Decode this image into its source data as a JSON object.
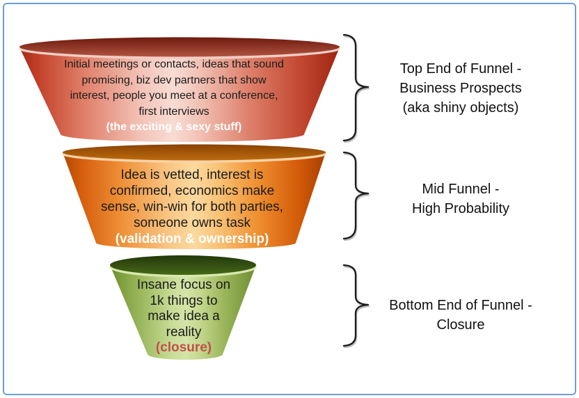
{
  "frame": {
    "border_color": "#6D9ED6",
    "background": "#FFFFFF"
  },
  "funnels": [
    {
      "id": "top-funnel",
      "body_color": "#C0392B",
      "opening_color": "#7A2012",
      "highlight_text_color": "#FFFFFF",
      "lines": [
        "Initial meetings or contacts, ideas that sound",
        "promising, biz dev partners that show",
        "interest, people you meet at a conference,",
        "first interviews"
      ],
      "highlight": "(the exciting & sexy stuff)"
    },
    {
      "id": "mid-funnel",
      "body_color": "#E36C0A",
      "opening_color": "#8A4200",
      "highlight_text_color": "#FFFFFF",
      "lines": [
        "Idea is vetted, interest is",
        "confirmed, economics make",
        "sense, win-win for both parties,",
        "someone owns task"
      ],
      "highlight": "(validation & ownership)"
    },
    {
      "id": "bottom-funnel",
      "body_color": "#9BBB59",
      "opening_color": "#22370A",
      "highlight_text_color": "#C0504D",
      "lines": [
        "Insane focus on",
        "1k things to",
        "make idea a",
        "reality"
      ],
      "highlight": "(closure)"
    }
  ],
  "labels": [
    {
      "lines": [
        "Top End of Funnel -",
        "Business Prospects",
        "(aka shiny objects)"
      ]
    },
    {
      "lines": [
        "Mid Funnel -",
        "High Probability"
      ]
    },
    {
      "lines": [
        "Bottom End of Funnel -",
        "Closure"
      ]
    }
  ]
}
